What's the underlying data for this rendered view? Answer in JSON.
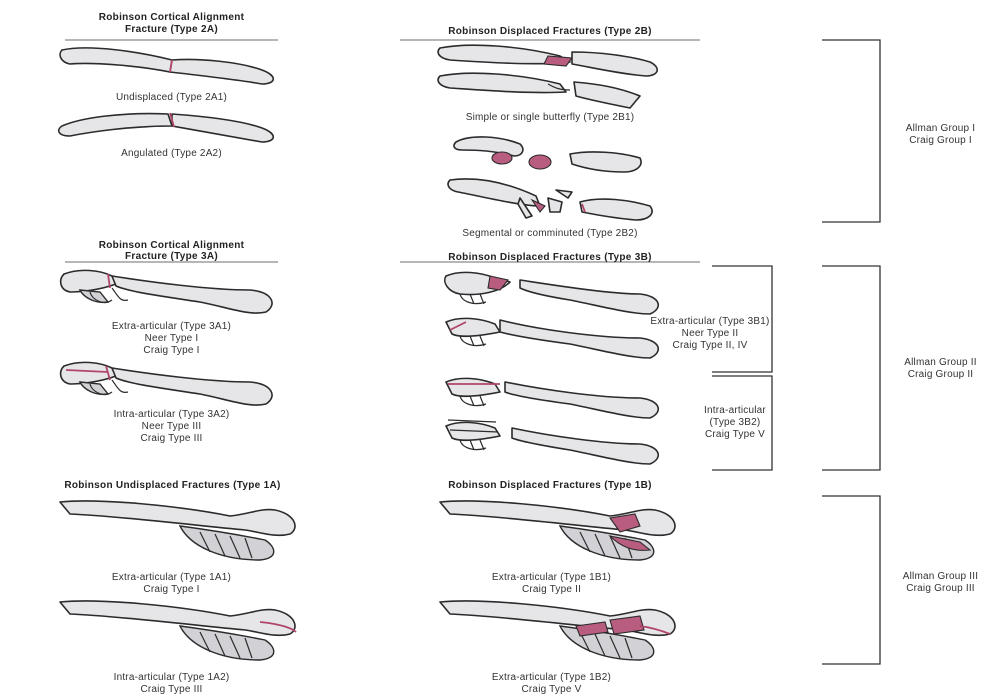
{
  "sections": {
    "type2a": {
      "title_line1": "Robinson Cortical Alignment",
      "title_line2": "Fracture (Type 2A)",
      "captions": [
        "Undisplaced (Type 2A1)",
        "Angulated (Type 2A2)"
      ]
    },
    "type2b": {
      "title": "Robinson Displaced Fractures (Type 2B)",
      "captions": [
        "Simple or single butterfly (Type 2B1)",
        "Segmental or comminuted (Type 2B2)"
      ]
    },
    "type3a": {
      "title_line1": "Robinson Cortical Alignment",
      "title_line2": "Fracture (Type 3A)",
      "caption1": [
        "Extra-articular (Type 3A1)",
        "Neer Type I",
        "Craig Type I"
      ],
      "caption2": [
        "Intra-articular (Type 3A2)",
        "Neer Type III",
        "Craig Type III"
      ]
    },
    "type3b": {
      "title": "Robinson Displaced Fractures (Type 3B)",
      "caption1": [
        "Extra-articular (Type 3B1)",
        "Neer Type II",
        "Craig Type II, IV"
      ],
      "caption2": [
        "Intra-articular",
        "(Type 3B2)",
        "Craig Type V"
      ]
    },
    "type1a": {
      "title": "Robinson Undisplaced Fractures (Type 1A)",
      "caption1": [
        "Extra-articular (Type 1A1)",
        "Craig Type I"
      ],
      "caption2": [
        "Intra-articular (Type 1A2)",
        "Craig Type III"
      ]
    },
    "type1b": {
      "title": "Robinson Displaced Fractures (Type 1B)",
      "caption1": [
        "Extra-articular (Type 1B1)",
        "Craig Type II"
      ],
      "caption2": [
        "Extra-articular (Type 1B2)",
        "Craig Type V"
      ]
    }
  },
  "groups": [
    {
      "line1": "Allman Group I",
      "line2": "Craig Group I"
    },
    {
      "line1": "Allman Group II",
      "line2": "Craig Group II"
    },
    {
      "line1": "Allman Group III",
      "line2": "Craig Group III"
    }
  ],
  "colors": {
    "fracture": "#b85d7f",
    "bone": "#e6e6e8",
    "outline": "#2b2b2b"
  }
}
